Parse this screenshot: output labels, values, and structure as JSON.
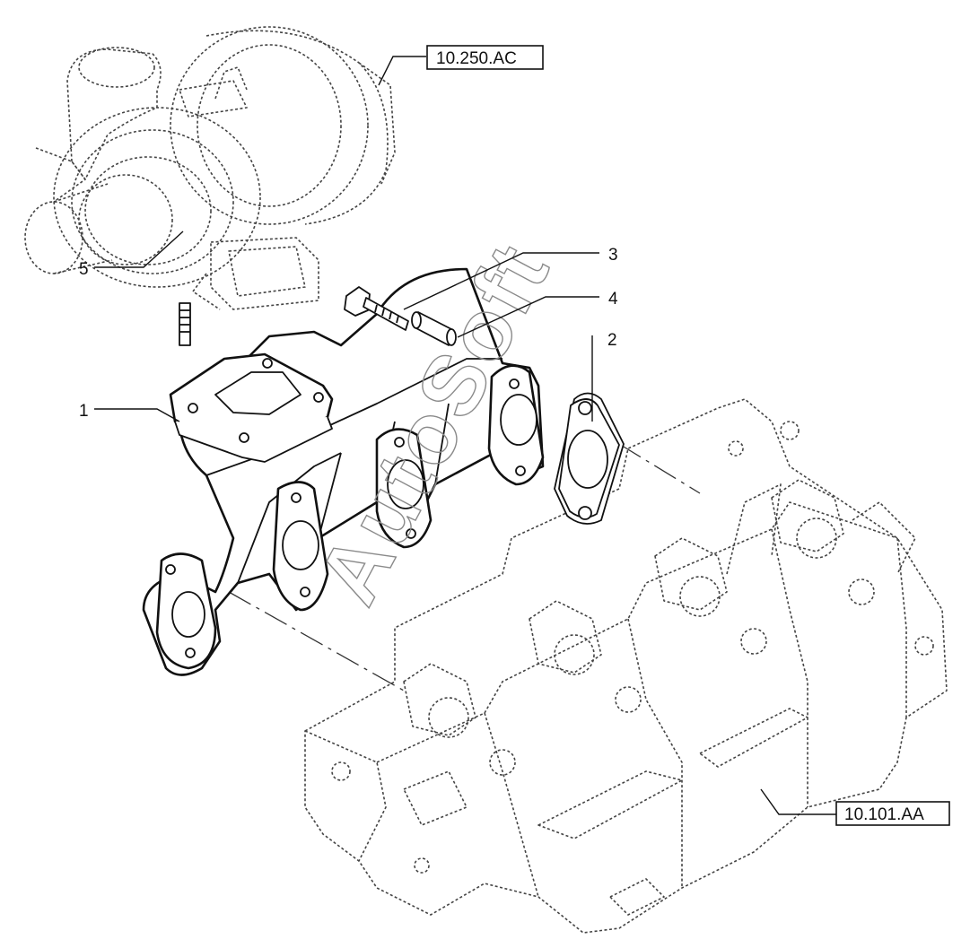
{
  "callouts": {
    "part_1": "1",
    "part_2": "2",
    "part_3": "3",
    "part_4": "4",
    "part_5": "5"
  },
  "references": {
    "turbocharger_ref": "10.250.AC",
    "cylinder_head_ref": "10.101.AA"
  },
  "watermark": "AutoSoft"
}
